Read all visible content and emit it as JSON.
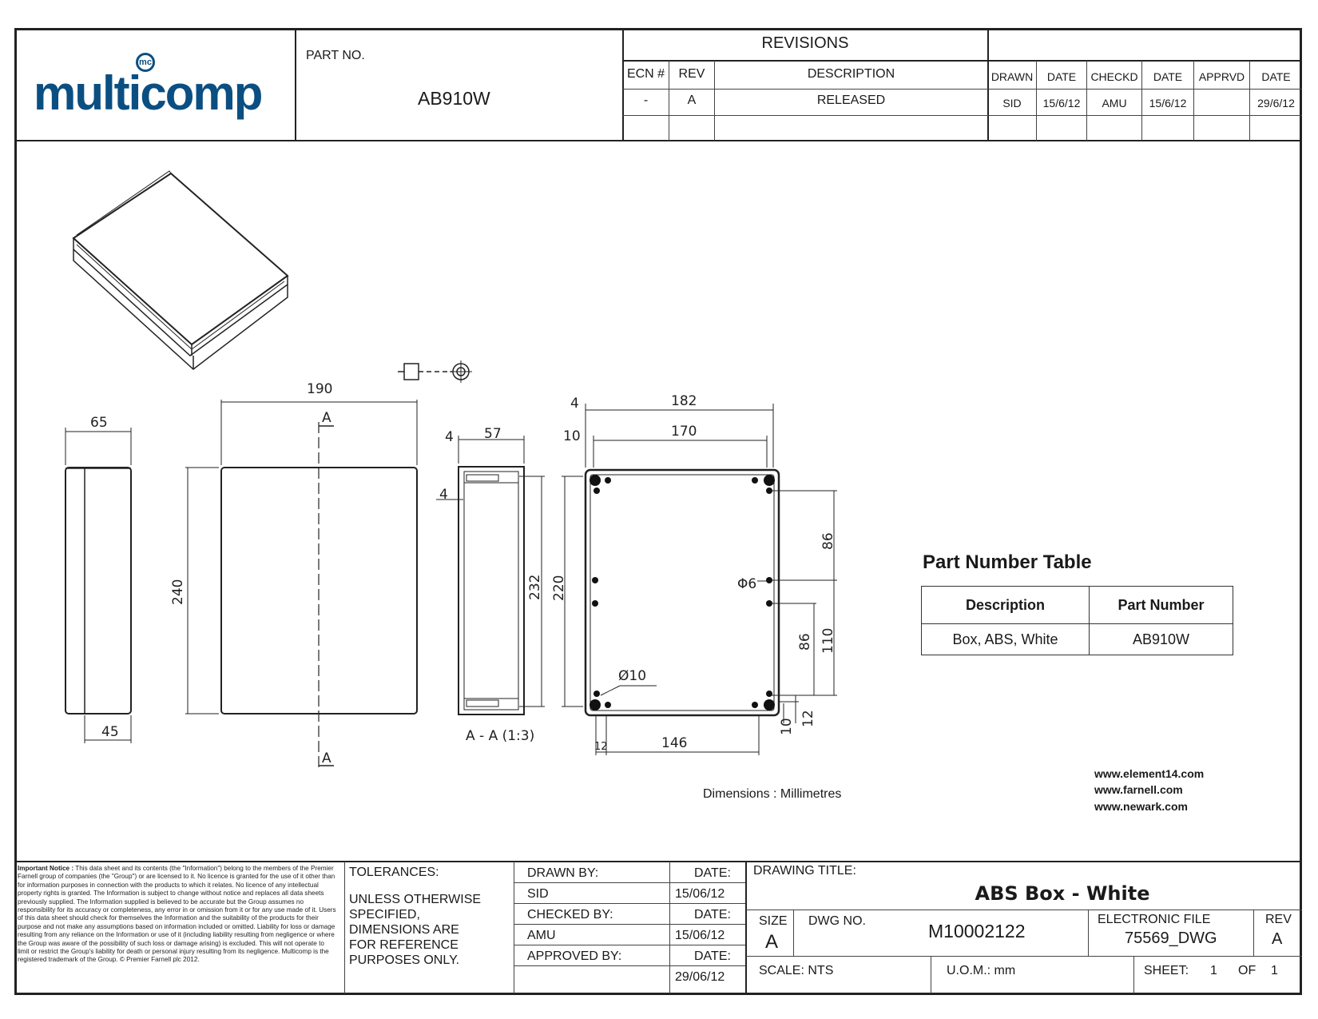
{
  "header": {
    "brand": "multicomp",
    "brand_mark": "mc",
    "part_no_label": "PART NO.",
    "part_no": "AB910W",
    "revisions_title": "REVISIONS",
    "rev_headers": [
      "ECN #",
      "REV",
      "DESCRIPTION"
    ],
    "rev_row": [
      "-",
      "A",
      "RELEASED"
    ],
    "sign_headers": [
      "DRAWN",
      "DATE",
      "CHECKD",
      "DATE",
      "APPRVD",
      "DATE"
    ],
    "sign_row": [
      "SID",
      "15/6/12",
      "AMU",
      "15/6/12",
      "",
      "29/6/12"
    ]
  },
  "drawing": {
    "dims": {
      "d65": "65",
      "d45": "45",
      "d190": "190",
      "d240": "240",
      "section_a": "A",
      "d4a": "4",
      "d57": "57",
      "d4b": "4",
      "d232": "232",
      "section_label": "A - A (1:3)",
      "d4c": "4",
      "d182": "182",
      "d10a": "10",
      "d170": "170",
      "d220": "220",
      "d86a": "86",
      "phi6": "Φ6",
      "d86b": "86",
      "d110": "110",
      "phi10": "Ø10",
      "d10b": "10",
      "d12a": "12",
      "d12b": "12",
      "d146": "146"
    },
    "units_note": "Dimensions : Millimetres"
  },
  "part_table": {
    "title": "Part Number Table",
    "headers": [
      "Description",
      "Part Number"
    ],
    "row": [
      "Box, ABS, White",
      "AB910W"
    ]
  },
  "links": [
    "www.element14.com",
    "www.farnell.com",
    "www.newark.com"
  ],
  "footer": {
    "notice_title": "Important Notice :",
    "notice_body": "This data sheet and its contents (the \"Information\") belong to the members of the Premier Farnell group of companies (the \"Group\") or are licensed to it. No licence is granted for the use of it other than for information purposes in connection with the products to which it relates. No licence of any intellectual property rights is granted. The Information is subject to change without notice and replaces all data sheets previously supplied. The Information supplied is believed to be accurate but the Group assumes no responsibility for its accuracy or completeness, any error in or omission from it or for any use made of it. Users of this data sheet should check for themselves the Information and the suitability of the products for their purpose and not make any assumptions based on information included or omitted. Liability for loss or damage resulting from any reliance on the Information or use of it (including liability resulting from negligence or where the Group was aware of the possibility of such loss or damage arising) is excluded. This will not operate to limit or restrict the Group's liability for death or personal injury resulting from its negligence. Multicomp is the registered trademark of the Group. © Premier Farnell plc 2012.",
    "tolerances_label": "TOLERANCES:",
    "tolerances_text": [
      "UNLESS OTHERWISE",
      "SPECIFIED,",
      "DIMENSIONS ARE",
      "FOR REFERENCE",
      "PURPOSES ONLY."
    ],
    "drawn_by_label": "DRAWN BY:",
    "drawn_by": "SID",
    "drawn_date": "15/06/12",
    "checked_by_label": "CHECKED BY:",
    "checked_by": "AMU",
    "checked_date": "15/06/12",
    "approved_by_label": "APPROVED BY:",
    "approved_by": "",
    "approved_date": "29/06/12",
    "date_label": "DATE:",
    "drawing_title_label": "DRAWING TITLE:",
    "drawing_title": "ABS Box - White",
    "size_label": "SIZE",
    "size": "A",
    "dwg_no_label": "DWG NO.",
    "dwg_no": "M10002122",
    "efile_label": "ELECTRONIC FILE",
    "efile": "75569_DWG",
    "rev_label": "REV",
    "rev": "A",
    "scale": "SCALE: NTS",
    "uom": "U.O.M.: mm",
    "sheet_label": "SHEET:",
    "sheet": "1",
    "of_label": "OF",
    "sheet_total": "1"
  }
}
